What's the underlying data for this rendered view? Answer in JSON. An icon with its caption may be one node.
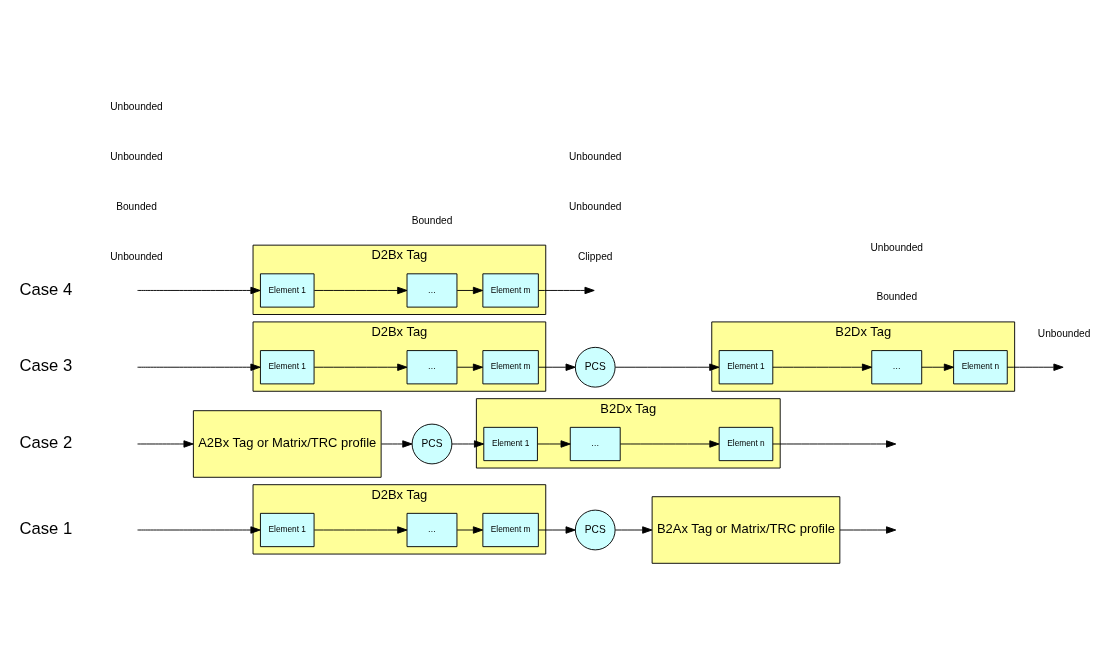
{
  "diagram": {
    "nodes": [
      {
        "text": [
          "D2Bx Tag"
        ]
      },
      {
        "text": [
          "Element 1"
        ],
        "in": 0
      },
      {
        "text": [
          "…"
        ],
        "in": 0
      },
      {
        "text": [
          "Element m"
        ],
        "in": 0
      },
      {
        "text": [
          "PCS"
        ]
      },
      {
        "text": [
          "B2Ax Tag or Matrix/TRC profile"
        ]
      },
      {
        "text": [
          "A2Bx Tag or Matrix/TRC profile"
        ]
      },
      {
        "text": [
          "PCS"
        ]
      },
      {
        "text": [
          "B2Dx Tag"
        ]
      },
      {
        "text": [
          "Element 1"
        ],
        "in": 8
      },
      {
        "text": [
          "…"
        ],
        "in": 8
      },
      {
        "text": [
          "Element n"
        ],
        "in": 8
      },
      {
        "text": [
          "D2Bx Tag"
        ]
      },
      {
        "text": [
          "Element 1"
        ],
        "in": 12
      },
      {
        "text": [
          "…"
        ],
        "in": 12
      },
      {
        "text": [
          "Element m"
        ],
        "in": 12
      },
      {
        "text": [
          "PCS"
        ]
      },
      {
        "text": [
          "B2Dx Tag"
        ]
      },
      {
        "text": [
          "Element 1"
        ],
        "in": 17
      },
      {
        "text": [
          "…"
        ],
        "in": 17
      },
      {
        "text": [
          "Element n"
        ],
        "in": 17
      },
      {
        "text": [
          "D2Bx Tag"
        ]
      },
      {
        "text": [
          "Element 1"
        ],
        "in": 21
      },
      {
        "text": [
          "…"
        ],
        "in": 21
      },
      {
        "text": [
          "Element m"
        ],
        "in": 21
      }
    ],
    "edges": [
      {
        "from": null,
        "to": 1,
        "arrow": "to"
      },
      {
        "from": 1,
        "to": 2,
        "arrow": "to"
      },
      {
        "from": 2,
        "to": 3,
        "arrow": "to"
      },
      {
        "from": 3,
        "to": 4,
        "arrow": "to"
      },
      {
        "from": 4,
        "to": 5,
        "arrow": "to"
      },
      {
        "from": 5,
        "to": null,
        "arrow": "to"
      },
      {
        "from": null,
        "to": 6,
        "arrow": "to"
      },
      {
        "from": 6,
        "to": 7,
        "arrow": "to"
      },
      {
        "from": 7,
        "to": 9,
        "arrow": "to"
      },
      {
        "from": 9,
        "to": 10,
        "arrow": "to"
      },
      {
        "from": 10,
        "to": 11,
        "arrow": "to"
      },
      {
        "from": 11,
        "to": null,
        "arrow": "to"
      },
      {
        "from": null,
        "to": 13,
        "arrow": "to"
      },
      {
        "from": 13,
        "to": 14,
        "arrow": "to"
      },
      {
        "from": 14,
        "to": 15,
        "arrow": "to"
      },
      {
        "from": 15,
        "to": 16,
        "arrow": "to"
      },
      {
        "from": 16,
        "to": 18,
        "arrow": "to"
      },
      {
        "from": 18,
        "to": 19,
        "arrow": "to"
      },
      {
        "from": 19,
        "to": 20,
        "arrow": "to"
      },
      {
        "from": 20,
        "to": null,
        "arrow": "to"
      },
      {
        "from": null,
        "to": 22,
        "arrow": "to"
      },
      {
        "from": 22,
        "to": 23,
        "arrow": "to"
      },
      {
        "from": 23,
        "to": 24,
        "arrow": "to"
      },
      {
        "from": 24,
        "to": null,
        "arrow": "to"
      }
    ],
    "labels": [
      "Unbounded",
      "Clipped",
      "Bounded",
      "Case 1",
      "Bounded",
      "Bounded",
      "Unbounded",
      "Case 2",
      "Unbounded",
      "Unbounded",
      "Unbounded",
      "Case 3",
      "Unbounded",
      "Unbounded",
      "Case 4"
    ]
  }
}
